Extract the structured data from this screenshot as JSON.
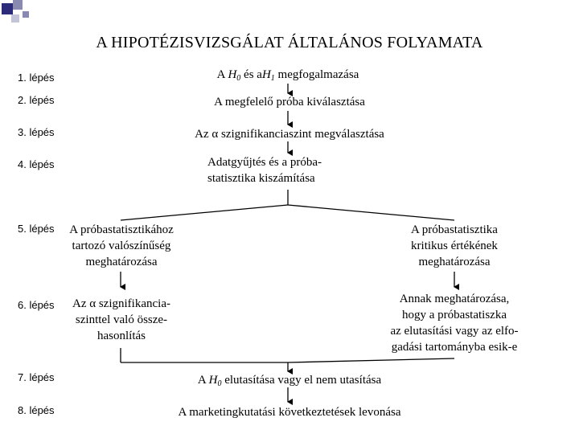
{
  "title": "A HIPOTÉZISVIZSGÁLAT ÁLTALÁNOS FOLYAMATA",
  "steps": [
    "1. lépés",
    "2. lépés",
    "3. lépés",
    "4. lépés",
    "5. lépés",
    "6. lépés",
    "7. lépés",
    "8. lépés"
  ],
  "boxes": {
    "b1": {
      "pre": "A ",
      "h0": "H",
      "h0sub": "0",
      "mid": " és a",
      "h1": "H",
      "h1sub": "1",
      "post": " megfogalmazása"
    },
    "b2": "A megfelelő próba kiválasztása",
    "b3": "Az α szignifikanciaszint megválasztása",
    "b4": [
      "Adatgyűjtés és a próba-",
      "statisztika kiszámítása"
    ],
    "b5l": [
      "A próbastatisztikához",
      "tartozó valószínűség",
      "meghatározása"
    ],
    "b5r": [
      "A próbastatisztika",
      "kritikus értékének",
      "meghatározása"
    ],
    "b6l": [
      "Az α szignifikancia-",
      "szinttel való össze-",
      "hasonlítás"
    ],
    "b6r": [
      "Annak meghatározása,",
      "hogy a próbastatiszka",
      "az elutasítási vagy az elfo-",
      "gadási tartományba esik-e"
    ],
    "b7": {
      "pre": "A ",
      "h0": "H",
      "h0sub": "0",
      "post": " elutasítása vagy el nem utasítása"
    },
    "b8": "A marketingkutatási következtetések levonása"
  },
  "colors": {
    "sq_dark": "#2b2b7a",
    "sq_mid": "#8a8ab0",
    "sq_light": "#c4c4d8"
  }
}
